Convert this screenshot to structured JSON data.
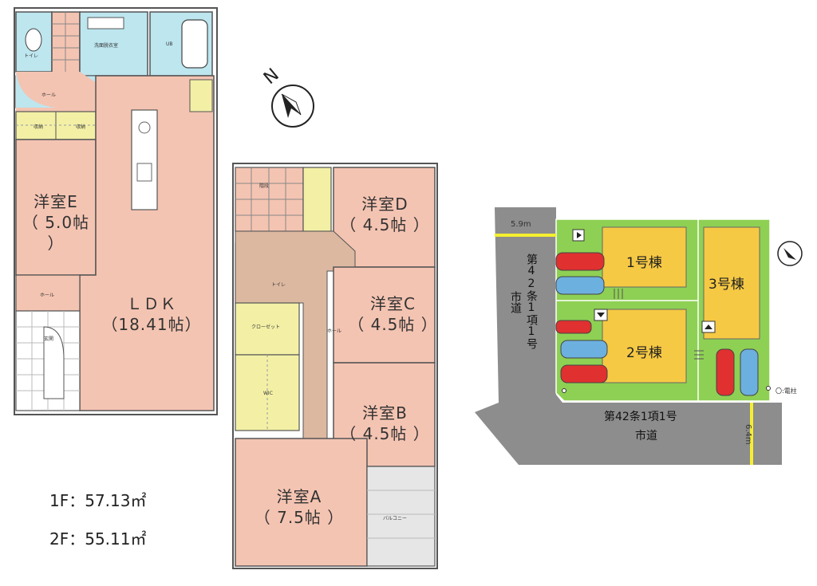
{
  "floor1": {
    "area": "1F：57.13㎡",
    "rooms": {
      "ldk": "ＬＤＫ\n（18.41帖）",
      "youshitsu_e": "洋室E\n（ 5.0帖 ）"
    },
    "small_labels": {
      "toilet": "トイレ",
      "washroom": "洗面脱衣室",
      "bath": "UB",
      "hall_top": "ホール",
      "hall_mid": "ホール",
      "storage1": "収納",
      "storage2": "収納",
      "entrance": "玄関"
    }
  },
  "floor2": {
    "area": "2F：55.11㎡",
    "rooms": {
      "youshitsu_d": "洋室D\n（ 4.5帖 ）",
      "youshitsu_c": "洋室C\n（ 4.5帖 ）",
      "youshitsu_b": "洋室B\n（ 4.5帖 ）",
      "youshitsu_a": "洋室A\n（ 7.5帖 ）"
    },
    "small_labels": {
      "toilet": "トイレ",
      "hall": "ホール",
      "closet1": "クローゼット",
      "closet2": "WIC",
      "balcony": "バルコニー",
      "stairs": "階段"
    }
  },
  "site_plan": {
    "lots": [
      "1号棟",
      "2号棟",
      "3号棟"
    ],
    "road_left": "第42条1項1号",
    "road_left_suffix": "市道",
    "road_bottom_line1": "第42条1項1号",
    "road_bottom_line2": "市道",
    "width_top": "5.9m",
    "width_right": "6.4m",
    "legend": "〇:電柱"
  },
  "colors": {
    "room_pink": "#f4c4b2",
    "wet_blue": "#bde6ef",
    "storage_yellow": "#f3f0a6",
    "hall_tan": "#dcb8a0",
    "lot_yellow": "#f6c944",
    "lot_green": "#8ed054",
    "road_gray": "#8d8d8d",
    "wall": "#555555"
  }
}
